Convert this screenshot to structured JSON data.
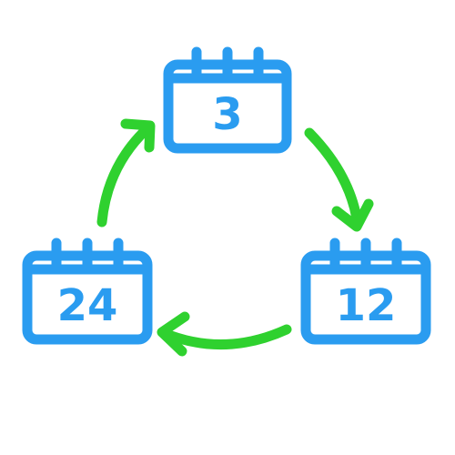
{
  "colors": {
    "calendar": "#2a9cf0",
    "arrow": "#2fd12f",
    "background": "#ffffff"
  },
  "icons": {
    "calendar": "calendar-icon",
    "arrow": "curved-arrow-icon"
  },
  "calendars": [
    {
      "name": "calendar-top",
      "number": "3"
    },
    {
      "name": "calendar-right",
      "number": "12"
    },
    {
      "name": "calendar-left",
      "number": "24"
    }
  ]
}
